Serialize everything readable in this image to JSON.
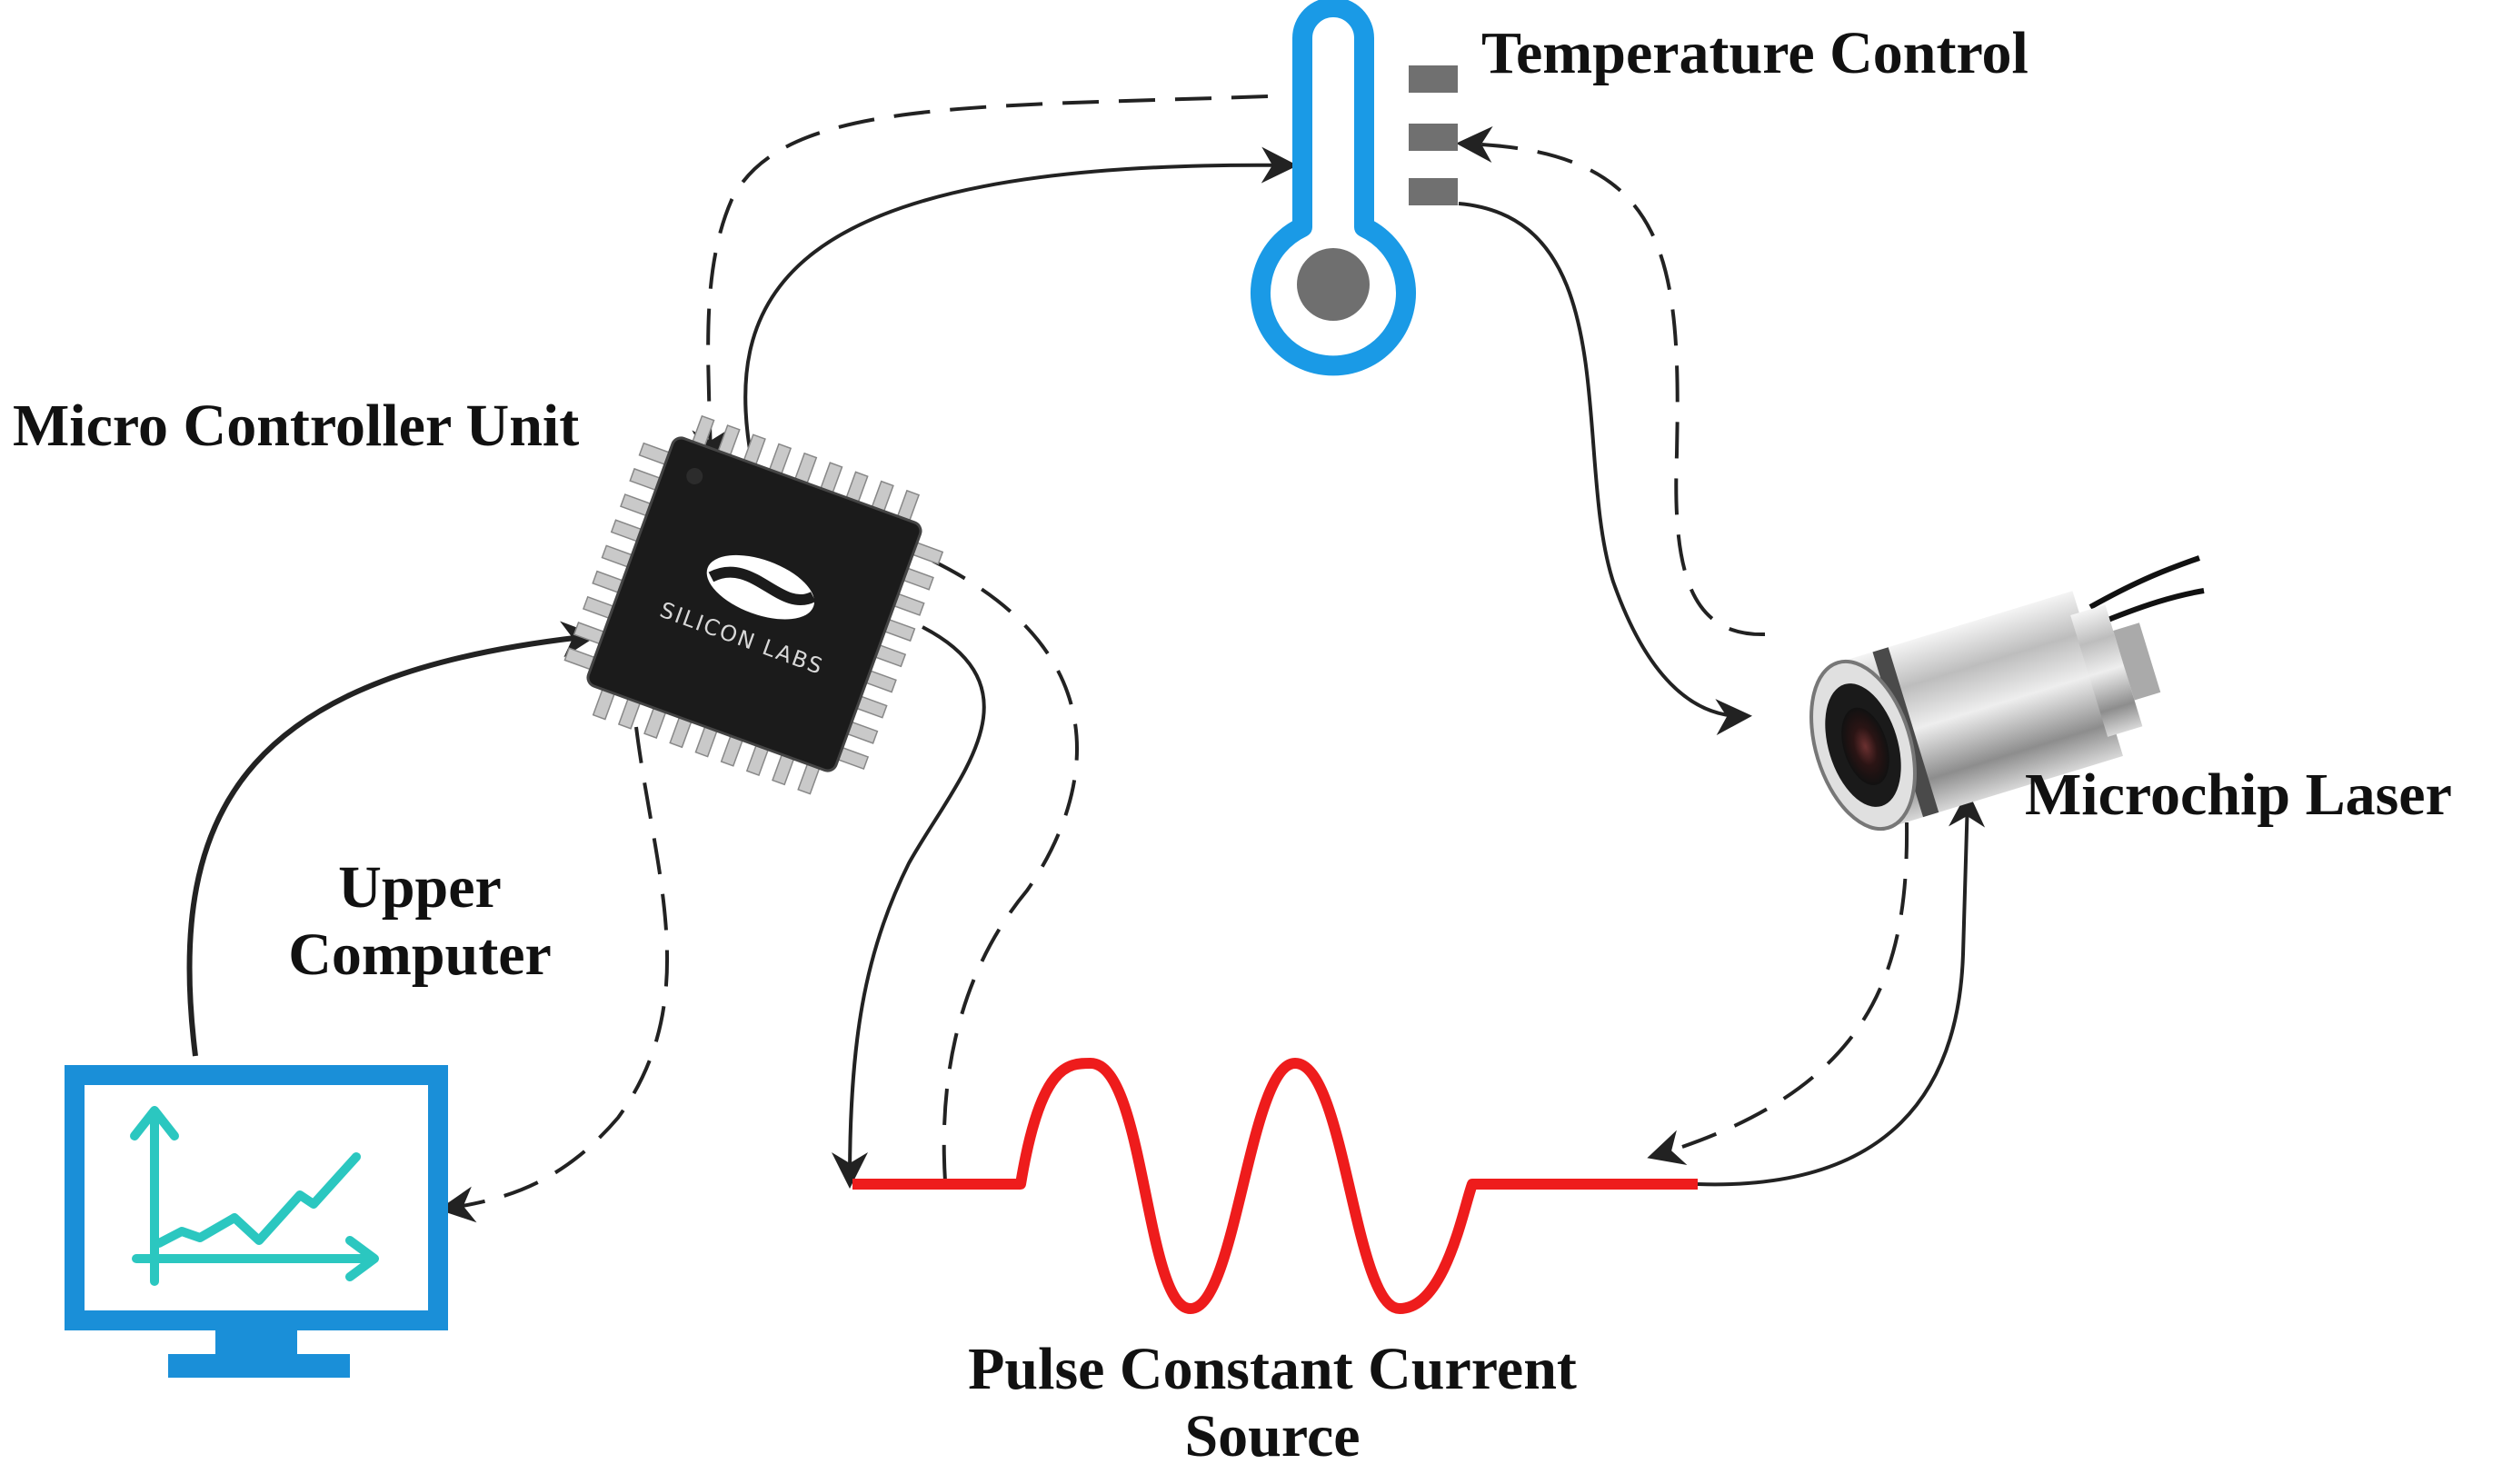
{
  "labels": {
    "temperature_control": "Temperature Control",
    "mcu": "Micro Controller Unit",
    "upper_computer_line1": "Upper",
    "upper_computer_line2": "Computer",
    "microchip_laser": "Microchip Laser",
    "pulse_source_line1": "Pulse Constant Current",
    "pulse_source_line2": "Source"
  },
  "chip": {
    "brand": "SILICON LABS"
  },
  "icons": {
    "thermometer": "thermometer-icon",
    "monitor": "monitor-chart-icon",
    "chip": "microcontroller-chip-icon",
    "laser": "laser-cylinder-icon",
    "pulse": "sine-wave-icon"
  },
  "colors": {
    "blue": "#1a9ae6",
    "monitor_blue": "#1a8fd8",
    "chart_teal": "#2bc7c0",
    "wave_red": "#ee1c1c",
    "line": "#222222",
    "chip_body": "#1b1b1b",
    "gray": "#707070"
  }
}
